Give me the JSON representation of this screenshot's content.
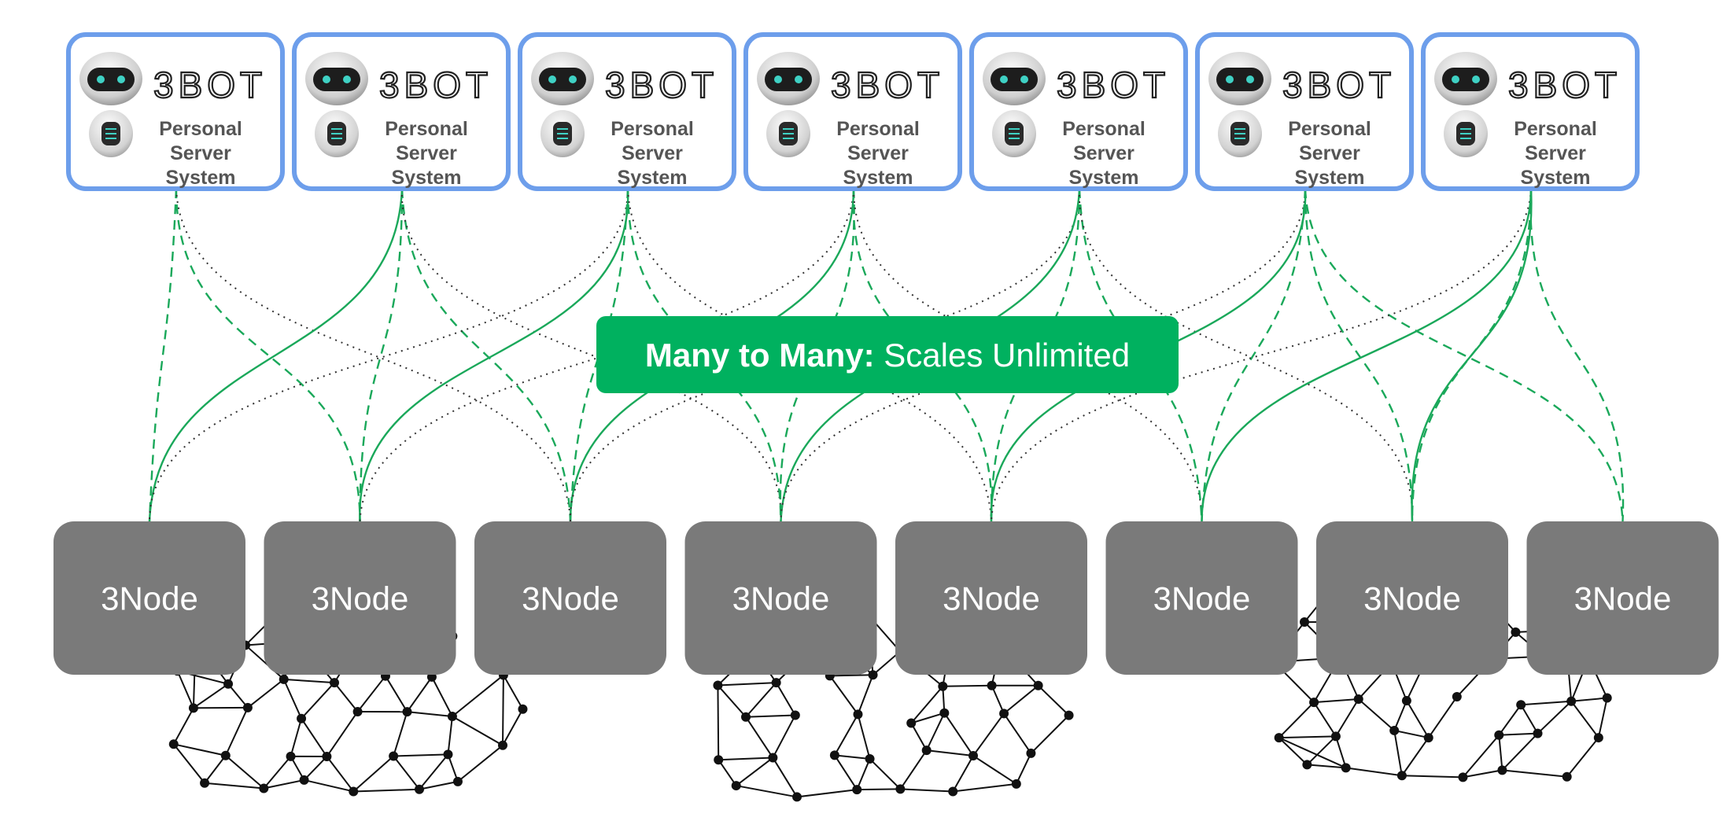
{
  "bots": [
    {
      "logo_text": "3BOT",
      "line1": "Personal",
      "line2": "Server",
      "line3": "System"
    },
    {
      "logo_text": "3BOT",
      "line1": "Personal",
      "line2": "Server",
      "line3": "System"
    },
    {
      "logo_text": "3BOT",
      "line1": "Personal",
      "line2": "Server",
      "line3": "System"
    },
    {
      "logo_text": "3BOT",
      "line1": "Personal",
      "line2": "Server",
      "line3": "System"
    },
    {
      "logo_text": "3BOT",
      "line1": "Personal",
      "line2": "Server",
      "line3": "System"
    },
    {
      "logo_text": "3BOT",
      "line1": "Personal",
      "line2": "Server",
      "line3": "System"
    },
    {
      "logo_text": "3BOT",
      "line1": "Personal",
      "line2": "Server",
      "line3": "System"
    }
  ],
  "nodes": [
    {
      "label": "3Node"
    },
    {
      "label": "3Node"
    },
    {
      "label": "3Node"
    },
    {
      "label": "3Node"
    },
    {
      "label": "3Node"
    },
    {
      "label": "3Node"
    },
    {
      "label": "3Node"
    },
    {
      "label": "3Node"
    }
  ],
  "banner": {
    "bold": "Many to Many:",
    "rest": " Scales Unlimited"
  },
  "connections": [
    {
      "bot": 0,
      "node": 0,
      "style": "dashed"
    },
    {
      "bot": 0,
      "node": 1,
      "style": "dashed"
    },
    {
      "bot": 0,
      "node": 2,
      "style": "dotted"
    },
    {
      "bot": 1,
      "node": 0,
      "style": "solid"
    },
    {
      "bot": 1,
      "node": 1,
      "style": "dashed"
    },
    {
      "bot": 1,
      "node": 2,
      "style": "dashed"
    },
    {
      "bot": 1,
      "node": 3,
      "style": "dotted"
    },
    {
      "bot": 2,
      "node": 0,
      "style": "dotted"
    },
    {
      "bot": 2,
      "node": 1,
      "style": "solid"
    },
    {
      "bot": 2,
      "node": 2,
      "style": "dashed"
    },
    {
      "bot": 2,
      "node": 3,
      "style": "dashed"
    },
    {
      "bot": 2,
      "node": 4,
      "style": "dotted"
    },
    {
      "bot": 3,
      "node": 1,
      "style": "dotted"
    },
    {
      "bot": 3,
      "node": 2,
      "style": "solid"
    },
    {
      "bot": 3,
      "node": 3,
      "style": "dashed"
    },
    {
      "bot": 3,
      "node": 4,
      "style": "dashed"
    },
    {
      "bot": 3,
      "node": 5,
      "style": "dotted"
    },
    {
      "bot": 4,
      "node": 2,
      "style": "dotted"
    },
    {
      "bot": 4,
      "node": 3,
      "style": "solid"
    },
    {
      "bot": 4,
      "node": 4,
      "style": "dashed"
    },
    {
      "bot": 4,
      "node": 5,
      "style": "dashed"
    },
    {
      "bot": 4,
      "node": 6,
      "style": "dotted"
    },
    {
      "bot": 5,
      "node": 3,
      "style": "dotted"
    },
    {
      "bot": 5,
      "node": 4,
      "style": "solid"
    },
    {
      "bot": 5,
      "node": 5,
      "style": "dashed"
    },
    {
      "bot": 5,
      "node": 6,
      "style": "dashed"
    },
    {
      "bot": 5,
      "node": 7,
      "style": "dashed"
    },
    {
      "bot": 6,
      "node": 4,
      "style": "dotted"
    },
    {
      "bot": 6,
      "node": 5,
      "style": "solid"
    },
    {
      "bot": 6,
      "node": 6,
      "style": "solid"
    },
    {
      "bot": 6,
      "node": 7,
      "style": "dashed"
    },
    {
      "bot": 6,
      "node": 6,
      "style": "dashed"
    }
  ],
  "colors": {
    "bot_border": "#6d9eeb",
    "node_fill": "#7a7a7a",
    "node_text": "#ffffff",
    "banner_fill": "#00b15f",
    "link_green": "#1aa85a",
    "link_dotted": "#333333",
    "mesh": "#111111",
    "caption": "#555555"
  }
}
